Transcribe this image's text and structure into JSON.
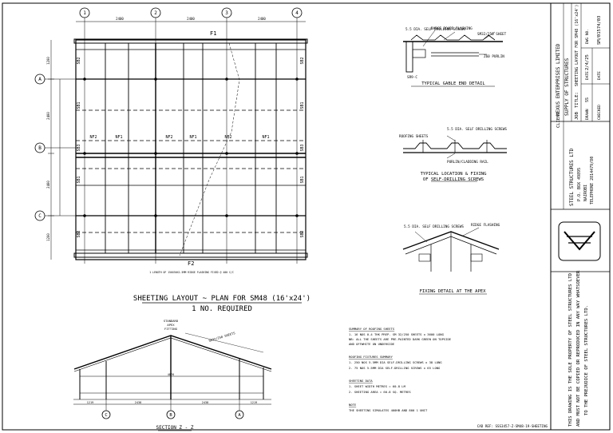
{
  "grid_labels": {
    "cols": [
      "1",
      "2",
      "3",
      "4"
    ],
    "rows": [
      "A",
      "B",
      "C"
    ]
  },
  "plan": {
    "top_dims": [
      "2400",
      "2400",
      "2400"
    ],
    "left_dims": [
      "1200",
      "2400",
      "2400",
      "1200"
    ],
    "rail_labels_left": [
      "SB2",
      "SB1",
      "SB3",
      "SB1",
      "SB2"
    ],
    "rail_labels_right": [
      "SB2",
      "SB1",
      "SB3",
      "SB1",
      "SB2"
    ],
    "sheet_labels": [
      "NF2",
      "NF1",
      "NF2",
      "NF1",
      "NF2",
      "NF1"
    ],
    "north_mark": "F1",
    "south_mark": "F2",
    "note": "1 LENGTH OF 150X50X1.5MM RIDGE FLASHING FIXED @ 400 C/C",
    "title": "SHEETING LAYOUT ~ PLAN FOR SM48 (16'x24')",
    "subtitle": "1 NO. REQUIRED"
  },
  "gable_detail": {
    "notes": [
      "5.5 DIA. SELF DRILLING SCREWS",
      "BARGE BOARD FLASHING",
      "SM32/250 SHEET",
      "Z60 PURLIN",
      "SR9-C"
    ],
    "title": "TYPICAL GABLE END DETAIL"
  },
  "screw_detail": {
    "notes": [
      "5.5 DIA. SELF DRILLING SCREWS",
      "ROOFING SHEETS",
      "PURLIN/CLADDING RAIL"
    ],
    "title": [
      "TYPICAL LOCATION & FIXING",
      "OF SELF-DRILLING SCREWS"
    ]
  },
  "apex_detail": {
    "notes": [
      "5.5 DIA. SELF DRILLING SCREWS",
      "RIDGE FLASHING"
    ],
    "title": "FIXING DETAIL AT THE APEX"
  },
  "section": {
    "grid": [
      "C",
      "B",
      "A"
    ],
    "label": "SECTION Z - Z",
    "apex_note": [
      "STANDARD",
      "APEX",
      "FITTING"
    ],
    "roof_note": "SM32/250 SHEETS",
    "bottom_dims": [
      "1219",
      "2438",
      "2438",
      "1219"
    ],
    "span_dim": "4876"
  },
  "summary": {
    "heading": "SUMMARY OF ROOFING SHEETS",
    "lines": [
      "1. 16 NOS 0.4 THK PREP. SM 32/250 SHEETS x 3600 LONG",
      "   NB: ALL THE SHEETS ARE PRE-PAINTED DARK GREEN ON TOPSIDE",
      "   AND OFFWHITE ON UNDERSIDE"
    ],
    "screws_heading": "ROOFING FIXTURES SUMMARY",
    "screws": [
      "1. 250 NOS 5.5MM DIA SELF-DRILLING SCREWS x 38 LONG",
      "2. 75 NOS 5.5MM DIA SELF-DRILLING SCREWS x 65 LONG"
    ],
    "sheeting_heading": "SHEETING DATA",
    "sheeting": [
      "1. SHEET WIDTH METRES  =  60.8 LM",
      "2. SHEETING AREA       =  60.8 SQ. METRES"
    ],
    "note_heading": "NOTE",
    "note": "THE SHEETING SIMULATES 400HB AND 800 1 UNIT"
  },
  "cad_ref": "CAD REF: SSS3457-Z-SM48-19-SHEETING",
  "title_block": {
    "client_label": "CLIENT",
    "client": "NEXUS ENTERPRISES LIMITED",
    "supply": "SUPPLY OF STRUCTURES",
    "job_label": "JOB",
    "title_label": "TITLE:",
    "title": "SHEETING LAYOUT FOR SM48 (16'x24')",
    "drawn_label": "DRAWN",
    "drawn": "SS",
    "date_label": "DATE",
    "date": "2/4/25",
    "dwg_label": "DWG NO.",
    "dwg": "SM/01574/03",
    "checked_label": "CHECKED",
    "company_lines": [
      "STEEL STRUCTURES LTD",
      "P.O. BOX 49895",
      "NAIROBI",
      "TELEPHONE 2814479/80"
    ],
    "ownership": [
      "THIS DRAWING IS THE SOLE PROPERTY OF STEEL STRUCTURES LTD",
      "AND MUST NOT BE COPIED OR REPRODUCED IN ANY WAY WHATSOEVER",
      "TO THE PREJUDICE OF STEEL STRUCTURES LTD."
    ]
  }
}
